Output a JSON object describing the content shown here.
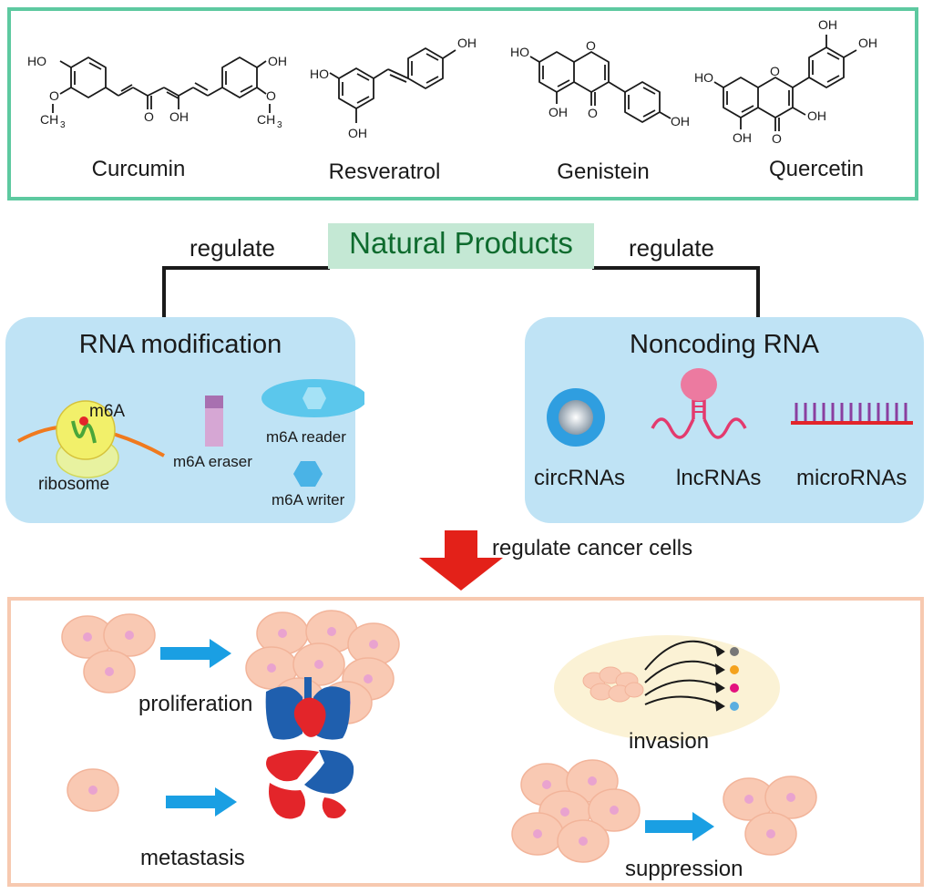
{
  "compounds": {
    "curcumin": "Curcumin",
    "resveratrol": "Resveratrol",
    "genistein": "Genistein",
    "quercetin": "Quercetin"
  },
  "atoms": {
    "ho": "HO",
    "oh": "OH",
    "o": "O",
    "ch3": "CH",
    "sub3": "3"
  },
  "center": {
    "title": "Natural Products",
    "regulate_left": "regulate",
    "regulate_right": "regulate",
    "regulate_cancer": "regulate cancer cells"
  },
  "rna_modification": {
    "title": "RNA modification",
    "m6a": "m6A",
    "ribosome": "ribosome",
    "eraser": "m6A eraser",
    "reader": "m6A reader",
    "writer": "m6A writer"
  },
  "noncoding_rna": {
    "title": "Noncoding RNA",
    "circ": "circRNAs",
    "lnc": "lncRNAs",
    "micro": "microRNAs"
  },
  "outcomes": {
    "proliferation": "proliferation",
    "metastasis": "metastasis",
    "invasion": "invasion",
    "suppression": "suppression"
  },
  "colors": {
    "top_border": "#5dc9a0",
    "np_box": "#c4e8d4",
    "np_text": "#0e6b2e",
    "panel": "#bfe3f5",
    "bottom_border": "#f7c9b0",
    "cell": "#f9c9b3",
    "nucleus": "#e9a3cf",
    "arrow_blue": "#1a9fe3",
    "arrow_red": "#e32119"
  }
}
